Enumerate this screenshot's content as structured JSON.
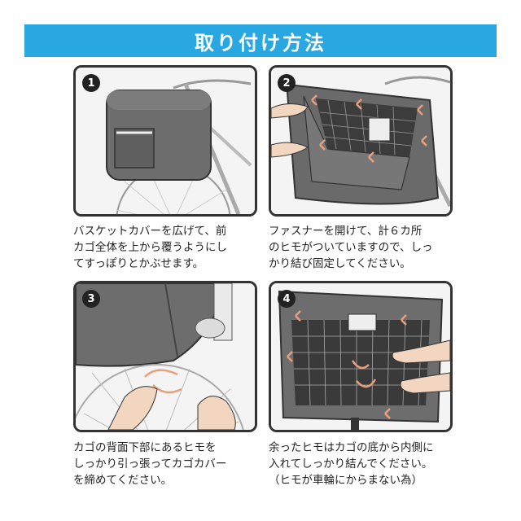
{
  "title": "取り付け方法",
  "steps": [
    {
      "number": "1",
      "lines": [
        "バスケットカバーを広げて、前",
        "カゴ全体を上から覆うようにし",
        "てすっぽりとかぶせます。"
      ]
    },
    {
      "number": "2",
      "lines": [
        "ファスナーを開けて、計６カ所",
        "のヒモがついていますので、しっ",
        "かり結び固定してください。"
      ]
    },
    {
      "number": "3",
      "lines": [
        "カゴの背面下部にあるヒモを",
        "しっかり引っ張ってカゴカバー",
        "を締めてください。"
      ]
    },
    {
      "number": "4",
      "lines": [
        "余ったヒモはカゴの底から内側に",
        "入れてしっかり結んでください。",
        "（ヒモが車輪にからまない為）"
      ]
    }
  ],
  "colors": {
    "banner": "#29a7e1",
    "cover": "#6d6d6d",
    "cover_dark": "#4a4a4a",
    "string": "#e8a07c",
    "skin": "#f2d6bf"
  }
}
